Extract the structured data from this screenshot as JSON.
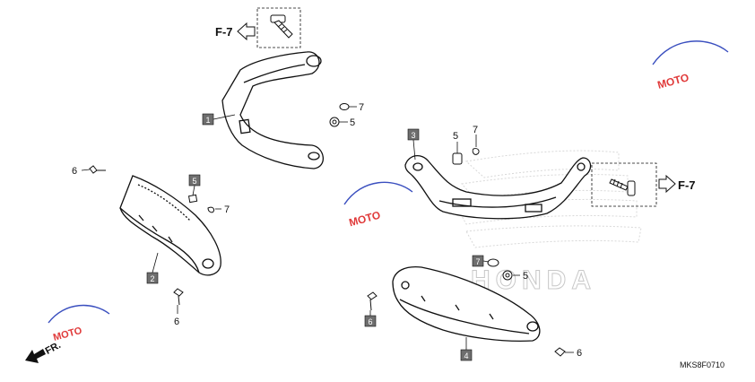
{
  "diagram": {
    "part_code": "MKS8F0710",
    "ref_labels": {
      "f7_left": "F-7",
      "f7_right": "F-7",
      "front": "FR."
    },
    "watermarks": {
      "moto": "MOTO",
      "honda": "HONDA"
    },
    "callouts": [
      {
        "id": "c1",
        "label": "1"
      },
      {
        "id": "c2",
        "label": "2"
      },
      {
        "id": "c3",
        "label": "3"
      },
      {
        "id": "c4",
        "label": "4"
      },
      {
        "id": "c5a",
        "label": "5"
      },
      {
        "id": "c6a",
        "label": "6"
      },
      {
        "id": "c7a",
        "label": "7"
      }
    ],
    "plain_labels": [
      {
        "id": "p7a",
        "label": "7"
      },
      {
        "id": "p5a",
        "label": "5"
      },
      {
        "id": "p6a",
        "label": "6"
      },
      {
        "id": "p7b",
        "label": "7"
      },
      {
        "id": "p6b",
        "label": "6"
      },
      {
        "id": "p5b",
        "label": "5"
      },
      {
        "id": "p7c",
        "label": "7"
      },
      {
        "id": "p5c",
        "label": "5"
      },
      {
        "id": "p6c",
        "label": "6"
      }
    ],
    "colors": {
      "line": "#111111",
      "box_fill": "#6e6e6e",
      "box_text": "#ffffff",
      "watermark_red": "#e03a3a",
      "watermark_blue": "#3a4fbf",
      "honda_gray": "#cfcfcf"
    }
  }
}
